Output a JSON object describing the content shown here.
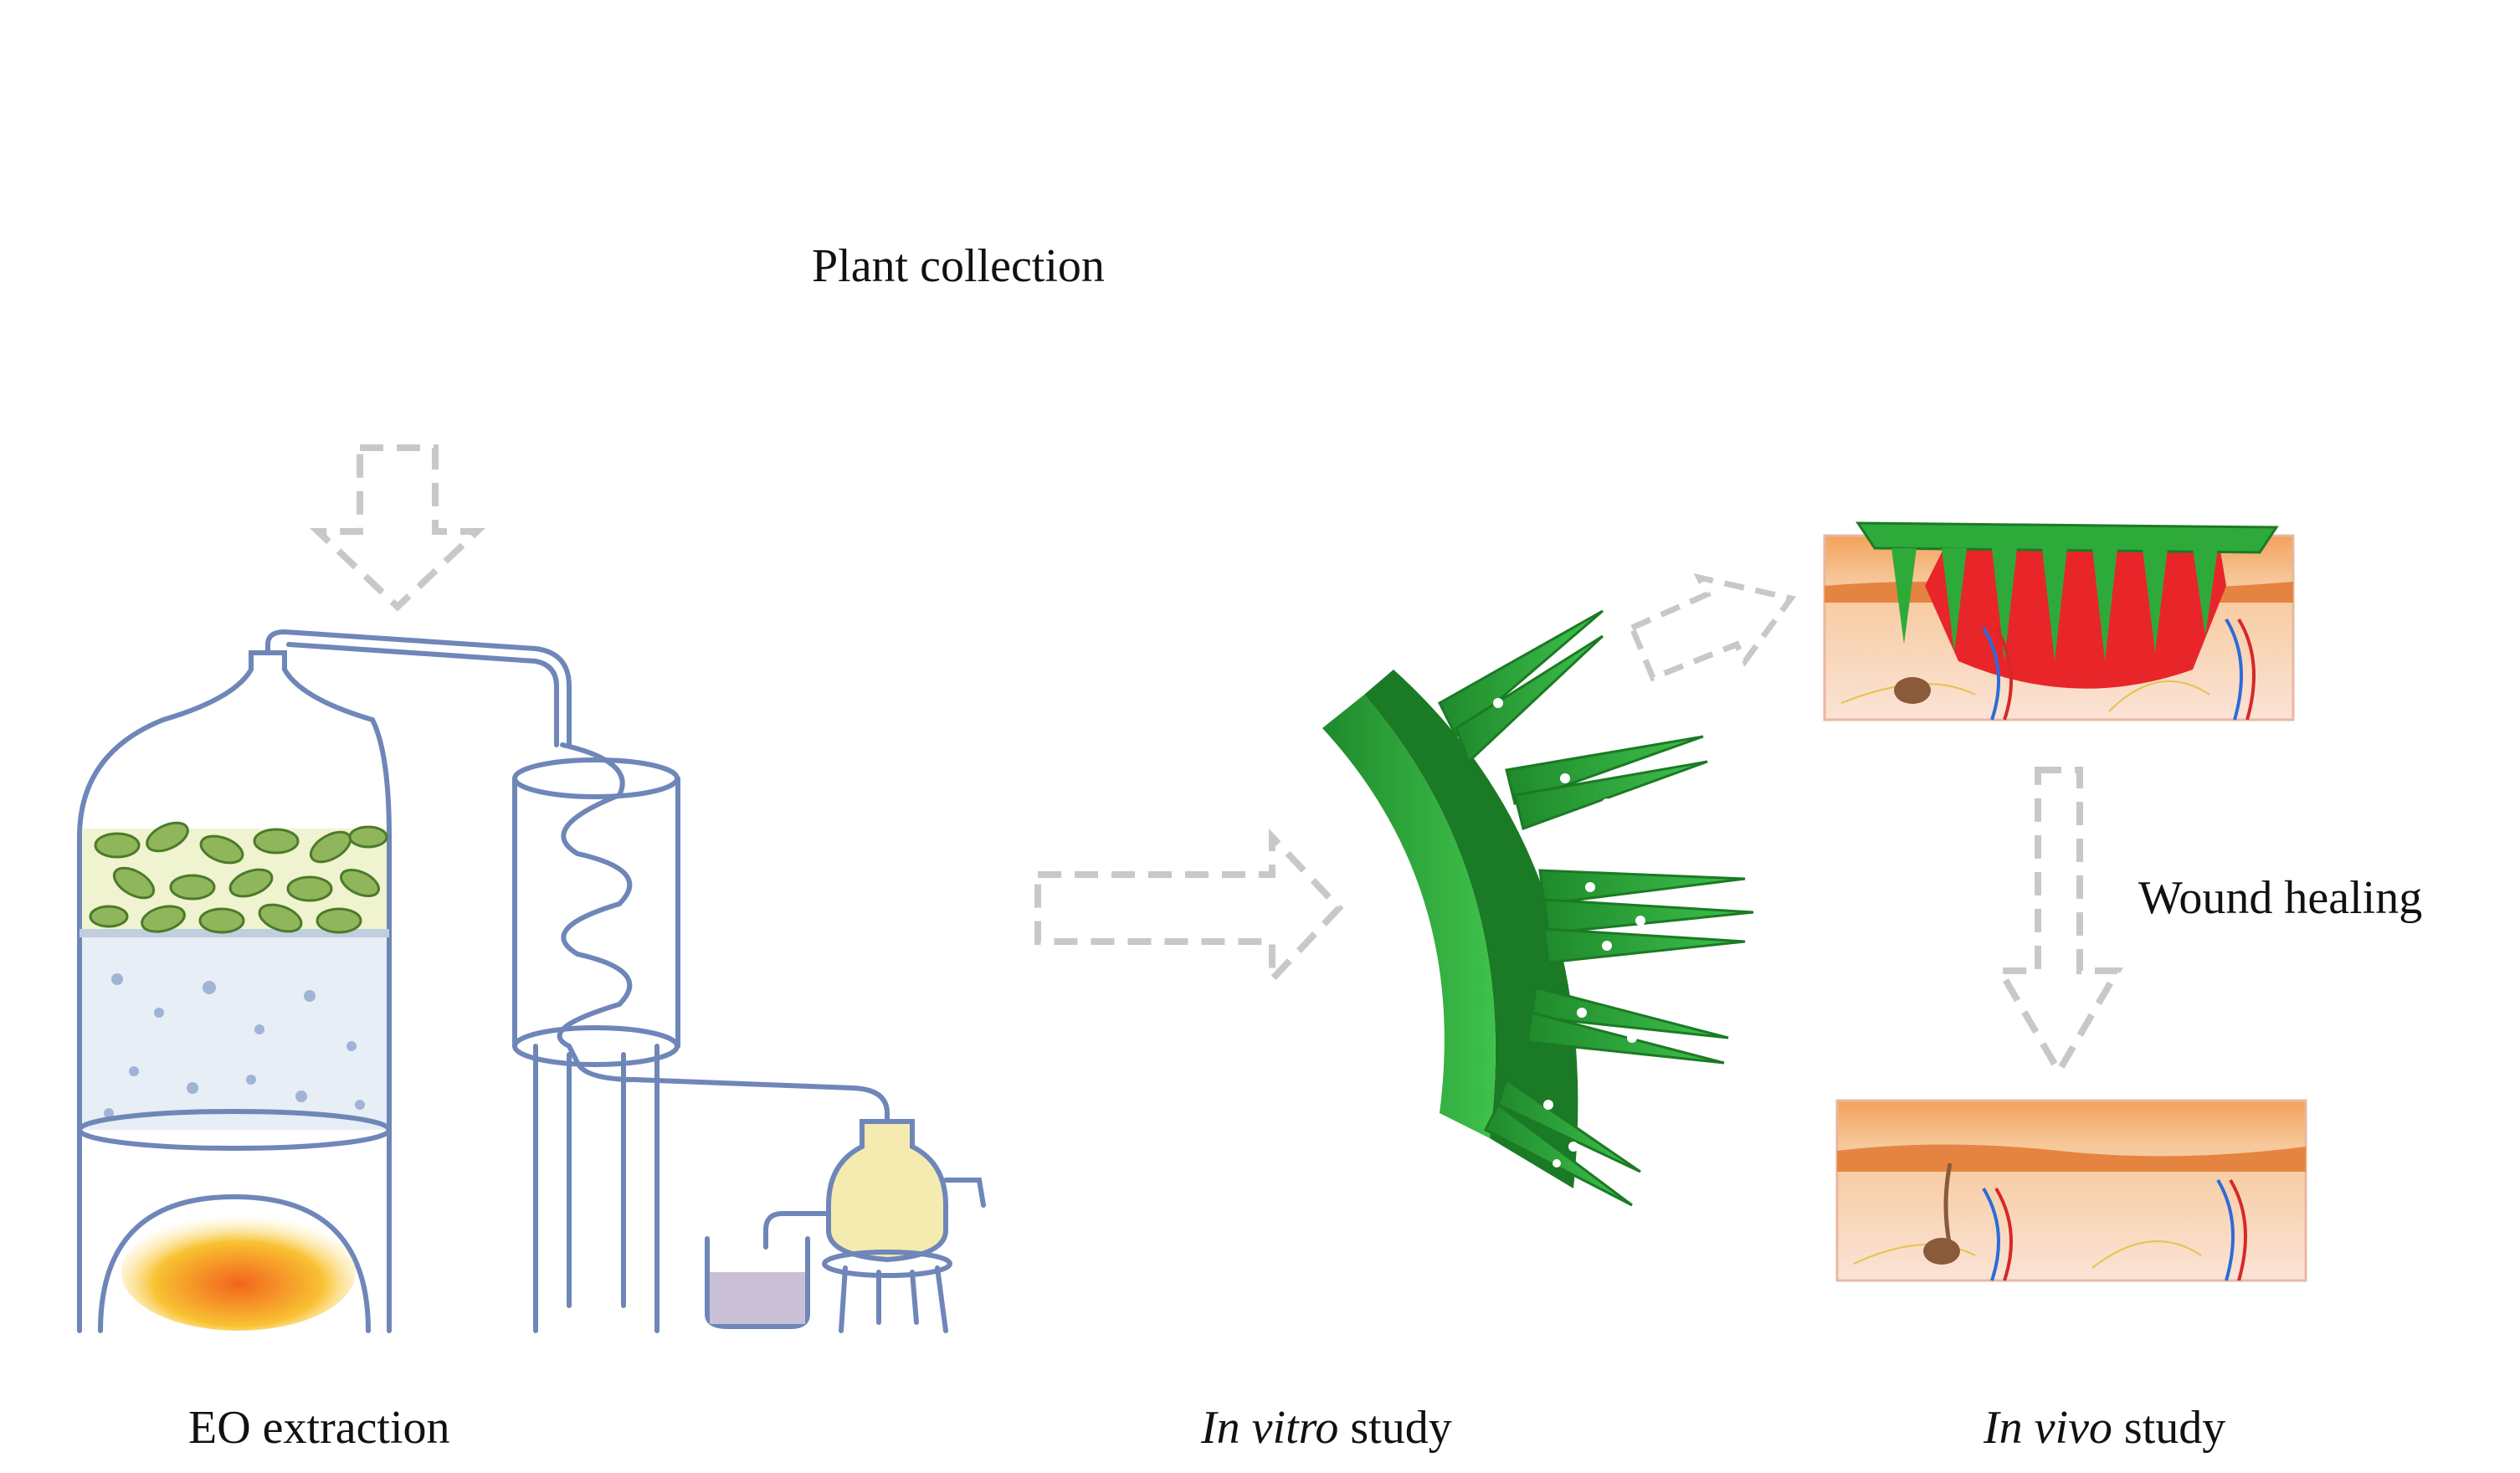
{
  "labels": {
    "plant_collection": "Plant collection",
    "wound_healing": "Wound healing",
    "eo_extraction": "EO extraction",
    "in_vitro_italic": "In vitro",
    "in_vitro_rest": " study",
    "in_vivo_italic": "In vivo",
    "in_vivo_rest": " study"
  },
  "colors": {
    "patch_green": "#2eaa3a",
    "patch_dark": "#1b7a25",
    "arrow_gray": "#c8c8c8",
    "wound_red": "#e8262a",
    "skin_top": "#f2a05a",
    "glass": "#6f86b8"
  },
  "icons": [
    "plant-photo",
    "distillation-apparatus-illustration",
    "microneedle-patch-illustration",
    "wounded-skin-illustration",
    "healed-skin-illustration",
    "dashed-arrow-down-icon",
    "dashed-arrow-right-icon"
  ]
}
